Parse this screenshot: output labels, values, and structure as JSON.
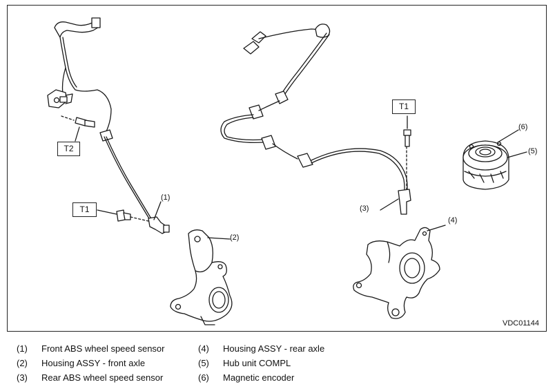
{
  "figure_code": "VDC01144",
  "torque_tags": [
    "T2",
    "T1",
    "T1"
  ],
  "callouts": [
    "(1)",
    "(2)",
    "(3)",
    "(4)",
    "(5)",
    "(6)"
  ],
  "legend": [
    {
      "num": "(1)",
      "text": "Front ABS wheel speed sensor"
    },
    {
      "num": "(2)",
      "text": "Housing ASSY - front axle"
    },
    {
      "num": "(3)",
      "text": "Rear ABS wheel speed sensor"
    },
    {
      "num": "(4)",
      "text": "Housing ASSY - rear axle"
    },
    {
      "num": "(5)",
      "text": "Hub unit COMPL"
    },
    {
      "num": "(6)",
      "text": "Magnetic encoder"
    }
  ]
}
